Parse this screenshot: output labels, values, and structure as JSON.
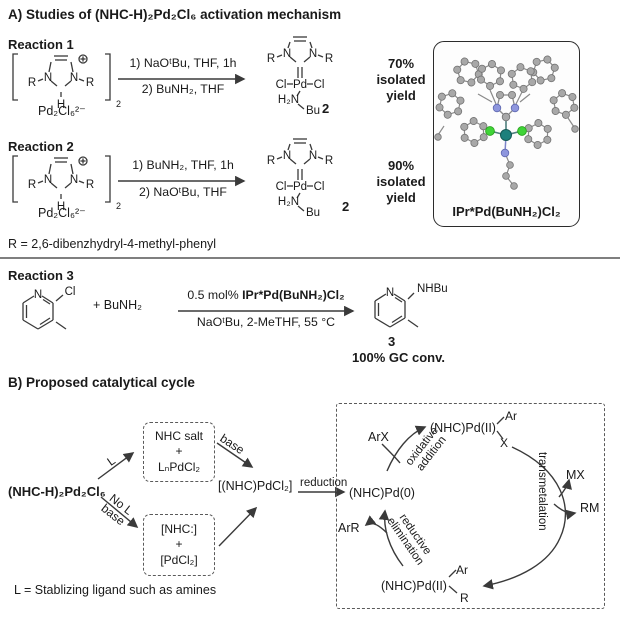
{
  "colors": {
    "accent_pd": "#1d807c",
    "accent_cl": "#3fd437",
    "accent_n": "#8e96dd",
    "carbon": "#a8a8a8"
  },
  "header": {
    "title_a": "A) Studies of (NHC-H)₂Pd₂Cl₆ activation mechanism",
    "title_b": "B) Proposed catalytical cycle"
  },
  "reaction1": {
    "label": "Reaction 1",
    "cond_top": "1) NaOᵗBu, THF, 1h",
    "cond_bottom": "2) BuNH₂, THF",
    "yield": "70%\nisolated\nyield",
    "product_no": "2"
  },
  "reaction2": {
    "label": "Reaction 2",
    "cond_top": "1) BuNH₂, THF, 1h",
    "cond_bottom": "2) NaOᵗBu, THF",
    "yield": "90%\nisolated\nyield",
    "product_no": "2"
  },
  "r_definition": "R = 2,6-dibenzhydryl-4-methyl-phenyl",
  "reaction3": {
    "label": "Reaction 3",
    "plus_amine": "+  BuNH₂",
    "cond_top_pre": "0.5 mol% ",
    "cond_top_bold": "IPr*Pd(BuNH₂)Cl₂",
    "cond_bottom": "NaOᵗBu, 2-MeTHF, 55 °C",
    "sm_n": "N",
    "sm_cl": "Cl",
    "prod_n": "N",
    "prod_nhbu": "NHBu",
    "product_no": "3",
    "conversion": "100% GC conv."
  },
  "crystal": {
    "caption": "IPr*Pd(BuNH₂)Cl₂"
  },
  "structures": {
    "imidazolium": {
      "n": "N",
      "r": "R",
      "h": "H",
      "sub2": "2",
      "counterion": "Pd₂Cl₆²⁻"
    },
    "complex2": {
      "n": "N",
      "r": "R",
      "cl": "Cl",
      "pd": "Pd",
      "h2n": "H₂N",
      "bu": "Bu"
    }
  },
  "cycle": {
    "precursor": "(NHC-H)₂Pd₂Cl₆",
    "box1": {
      "l1": "NHC salt",
      "l2": "+",
      "l3": "LₙPdCl₂"
    },
    "box2": {
      "l1": "[NHC:]",
      "l2": "+",
      "l3": "[PdCl₂]"
    },
    "arrow_l": "L",
    "arrow_base_top": "base",
    "arrow_nol_1": "No L",
    "arrow_nol_2": "base",
    "intermediate": "[(NHC)PdCl₂]",
    "reduction": "reduction",
    "pd0": "(NHC)Pd(0)",
    "arx": "ArX",
    "ox_add_1": "oxidative",
    "ox_add_2": "addition",
    "pdII_top": "(NHC)Pd(II)",
    "ar_top": "Ar",
    "x_top": "X",
    "transmetalation": "transmetalation",
    "mx": "MX",
    "rm": "RM",
    "pdII_bottom": "(NHC)Pd(II)",
    "ar_bottom": "Ar",
    "r_bottom": "R",
    "red_elim_1": "reductive",
    "red_elim_2": "elimination",
    "arr": "ArR",
    "ligand_note": "L = Stablizing ligand such as amines"
  }
}
